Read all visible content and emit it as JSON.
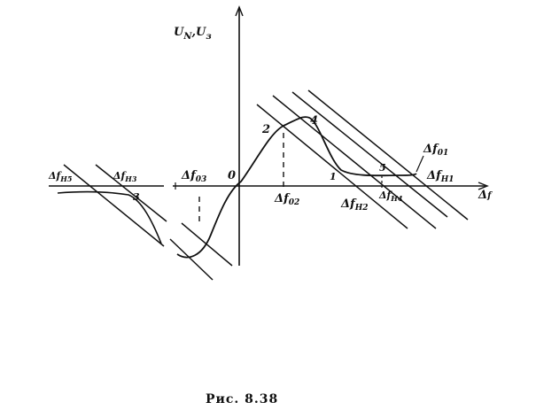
{
  "axes": {
    "y_label": "U",
    "y_sub1": "N",
    "y_comma": ",",
    "y_label2": "U",
    "y_sub2": "з",
    "x_label": "Δ",
    "x_sub": "f"
  },
  "labels": {
    "origin": "0",
    "df_n5": "Δf",
    "df_n5_sub": "H5",
    "df_n3": "Δf",
    "df_n3_sub": "H3",
    "df_03": "Δf",
    "df_03_sub": "03",
    "df_02": "Δf",
    "df_02_sub": "02",
    "df_n2": "Δf",
    "df_n2_sub": "H2",
    "df_n4": "Δf",
    "df_n4_sub": "H4",
    "df_01": "Δf",
    "df_01_sub": "01",
    "df_n1": "Δf",
    "df_n1_sub": "H1"
  },
  "points": {
    "p1": "1",
    "p2": "2",
    "p3": "3",
    "p4": "4",
    "p5": "5"
  },
  "caption": "Рис. 8.38",
  "colors": {
    "ink": "#111111",
    "background": "#ffffff"
  }
}
